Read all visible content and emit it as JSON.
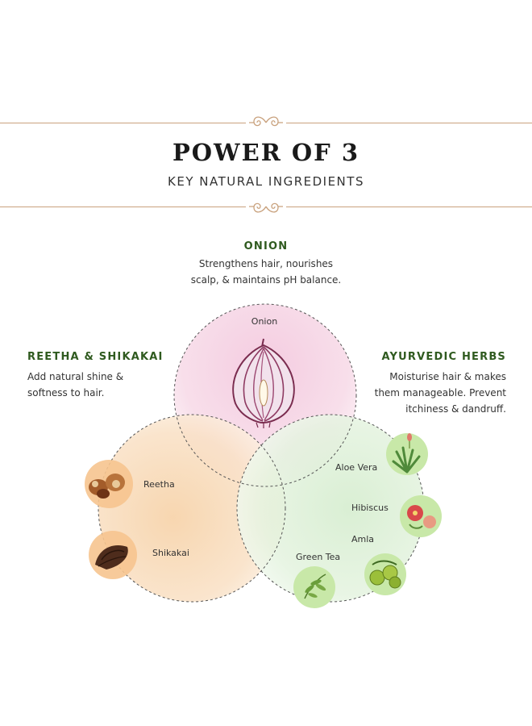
{
  "header": {
    "title": "POWER OF 3",
    "subtitle": "KEY NATURAL INGREDIENTS"
  },
  "sections": {
    "onion": {
      "heading": "ONION",
      "line1": "Strengthens hair, nourishes",
      "line2": "scalp, & maintains pH balance.",
      "circle_label": "Onion"
    },
    "reetha": {
      "heading": "REETHA & SHIKAKAI",
      "line1": "Add natural shine &",
      "line2": "softness to hair.",
      "items": [
        "Reetha",
        "Shikakai"
      ]
    },
    "herbs": {
      "heading": "AYURVEDIC HERBS",
      "line1": "Moisturise hair & makes",
      "line2": "them manageable. Prevent",
      "line3": "itchiness & dandruff.",
      "items": [
        "Aloe Vera",
        "Hibiscus",
        "Amla",
        "Green Tea"
      ]
    }
  },
  "colors": {
    "accent_gold": "#c9a27e",
    "heading_green": "#2f5a1f",
    "onion_pink": "#f3c6dd",
    "reetha_peach": "#f8dcbc",
    "herbs_green": "#dcefd6"
  },
  "icons": [
    "onion-icon",
    "reetha-icon",
    "shikakai-icon",
    "aloe-vera-icon",
    "hibiscus-icon",
    "amla-icon",
    "green-tea-icon",
    "ornament-icon"
  ]
}
